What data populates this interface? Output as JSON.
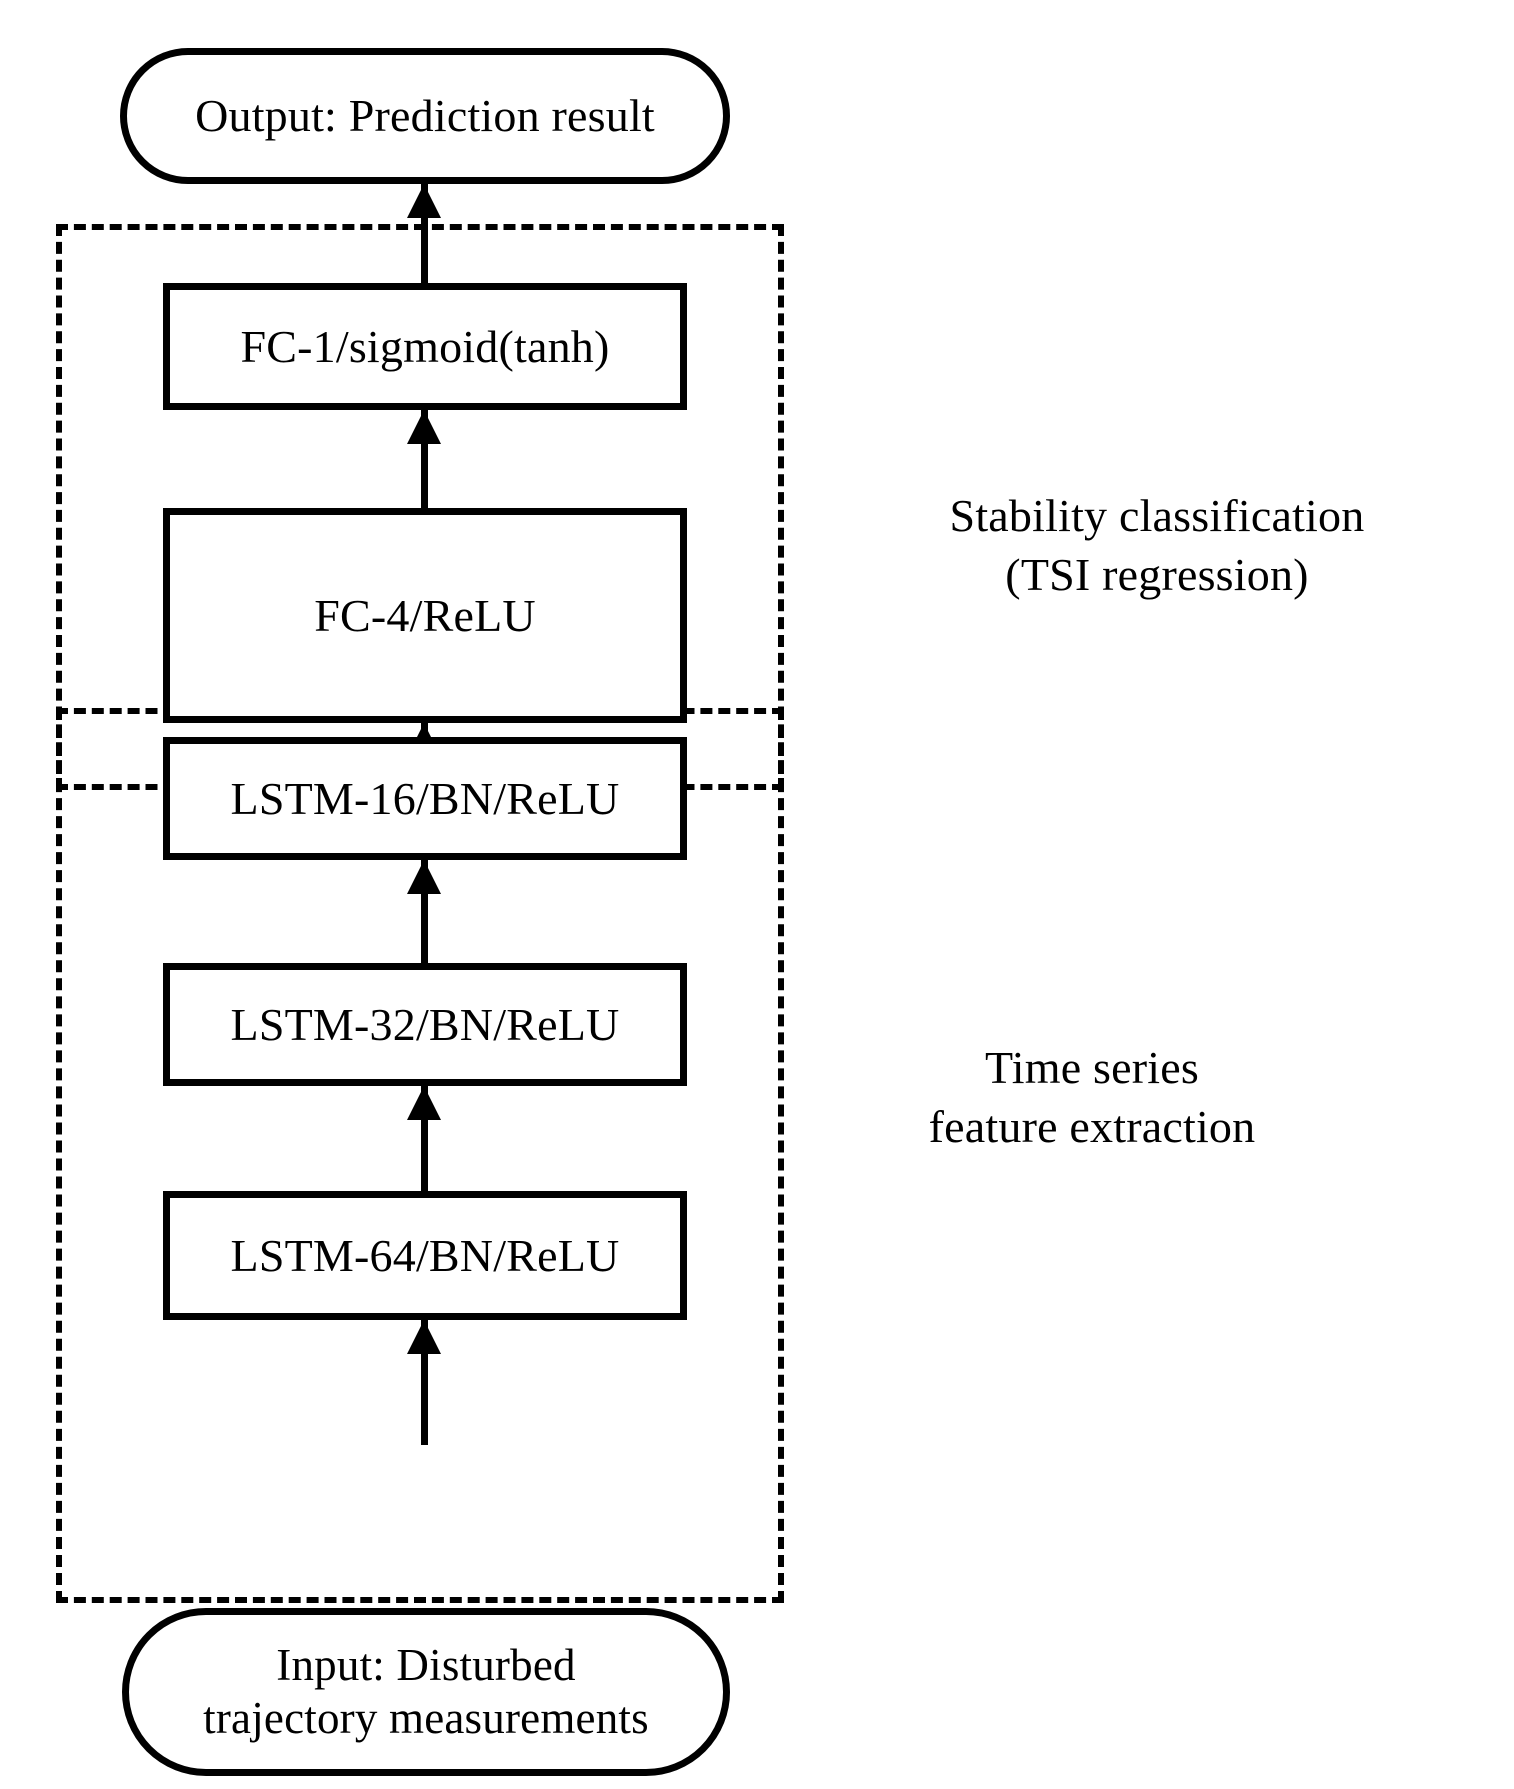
{
  "diagram": {
    "title_text_present": false,
    "colors": {
      "stroke": "#000000",
      "background": "#ffffff",
      "text": "#000000"
    },
    "nodes": {
      "output": {
        "label": "Output: Prediction result",
        "shape": "stadium"
      },
      "fc1": {
        "label": "FC-1/sigmoid(tanh)",
        "shape": "rectangle"
      },
      "fc4": {
        "label": "FC-4/ReLU",
        "shape": "rectangle"
      },
      "lstm16": {
        "label": "LSTM-16/BN/ReLU",
        "shape": "rectangle"
      },
      "lstm32": {
        "label": "LSTM-32/BN/ReLU",
        "shape": "rectangle"
      },
      "lstm64": {
        "label": "LSTM-64/BN/ReLU",
        "shape": "rectangle"
      },
      "input": {
        "label": "Input: Disturbed\ntrajectory measurements",
        "shape": "stadium"
      }
    },
    "groups": {
      "upper": {
        "label": "Stability classification\n(TSI regression)"
      },
      "lower": {
        "label": "Time series\nfeature extraction"
      }
    },
    "flow_order": [
      "Input: Disturbed trajectory measurements",
      "LSTM-64/BN/ReLU",
      "LSTM-32/BN/ReLU",
      "LSTM-16/BN/ReLU",
      "FC-4/ReLU",
      "FC-1/sigmoid(tanh)",
      "Output: Prediction result"
    ]
  }
}
